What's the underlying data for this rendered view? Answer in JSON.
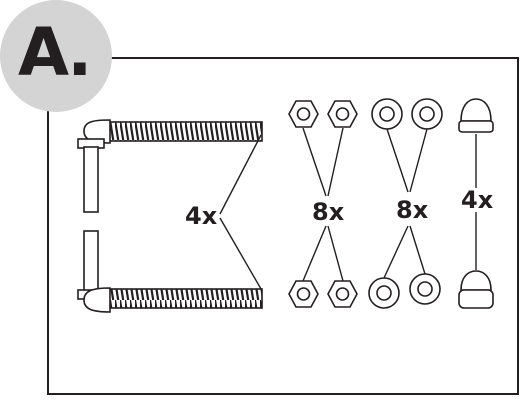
{
  "badge": {
    "label": "A."
  },
  "quantities": {
    "bolts": "4x",
    "nuts": "8x",
    "washers": "8x",
    "caps": "4x"
  }
}
